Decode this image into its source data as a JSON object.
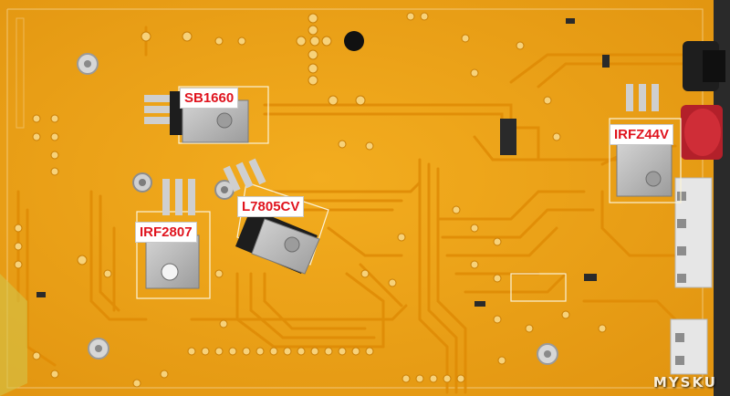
{
  "labels": {
    "sb1660": "SB1660",
    "irfz44v": "IRFZ44V",
    "l7805cv": "L7805CV",
    "irf2807": "IRF2807"
  },
  "watermark": "MYSKU",
  "colors": {
    "pcb": "#f0a818",
    "trace": "#e2950c",
    "silkscreen": "#fbf2d6",
    "metal_tab": "#b9b9b9",
    "label_text": "#e0141e",
    "label_bg": "#ffffff",
    "connector_red": "#b3202a",
    "connector_black": "#1e1e1e",
    "background": "#1a1a1a"
  }
}
